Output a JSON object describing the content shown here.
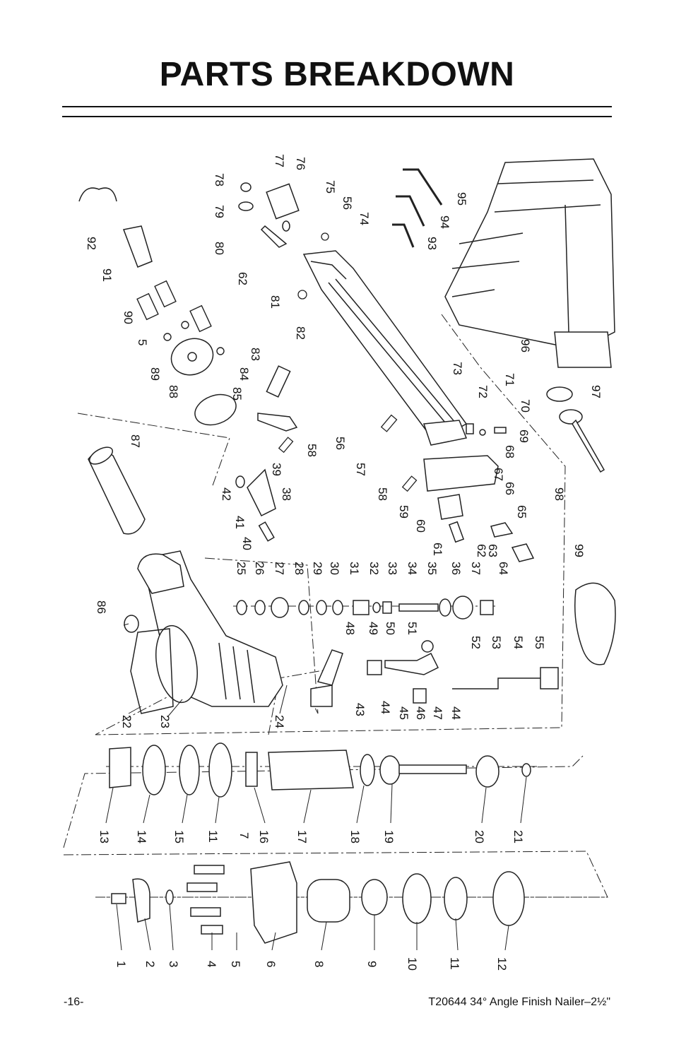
{
  "page": {
    "title": "PARTS BREAKDOWN",
    "page_number": "-16-",
    "product_line": "T20644 34° Angle Finish Nailer–2½\""
  },
  "callouts": [
    "1",
    "2",
    "3",
    "4",
    "5",
    "6",
    "7",
    "8",
    "9",
    "10",
    "11",
    "12",
    "13",
    "14",
    "15",
    "11",
    "16",
    "17",
    "18",
    "19",
    "20",
    "21",
    "22",
    "23",
    "24",
    "25",
    "26",
    "27",
    "28",
    "29",
    "30",
    "31",
    "32",
    "33",
    "34",
    "35",
    "36",
    "37",
    "38",
    "39",
    "40",
    "41",
    "42",
    "43",
    "44",
    "45",
    "46",
    "47",
    "44",
    "48",
    "49",
    "50",
    "51",
    "52",
    "53",
    "54",
    "55",
    "56",
    "57",
    "58",
    "59",
    "60",
    "61",
    "62",
    "63",
    "64",
    "65",
    "66",
    "67",
    "68",
    "69",
    "70",
    "71",
    "72",
    "73",
    "74",
    "75",
    "56",
    "76",
    "77",
    "78",
    "79",
    "80",
    "62",
    "81",
    "82",
    "83",
    "84",
    "85",
    "58",
    "86",
    "87",
    "88",
    "89",
    "5",
    "90",
    "91",
    "92",
    "93",
    "94",
    "95",
    "96",
    "97",
    "98",
    "99"
  ]
}
